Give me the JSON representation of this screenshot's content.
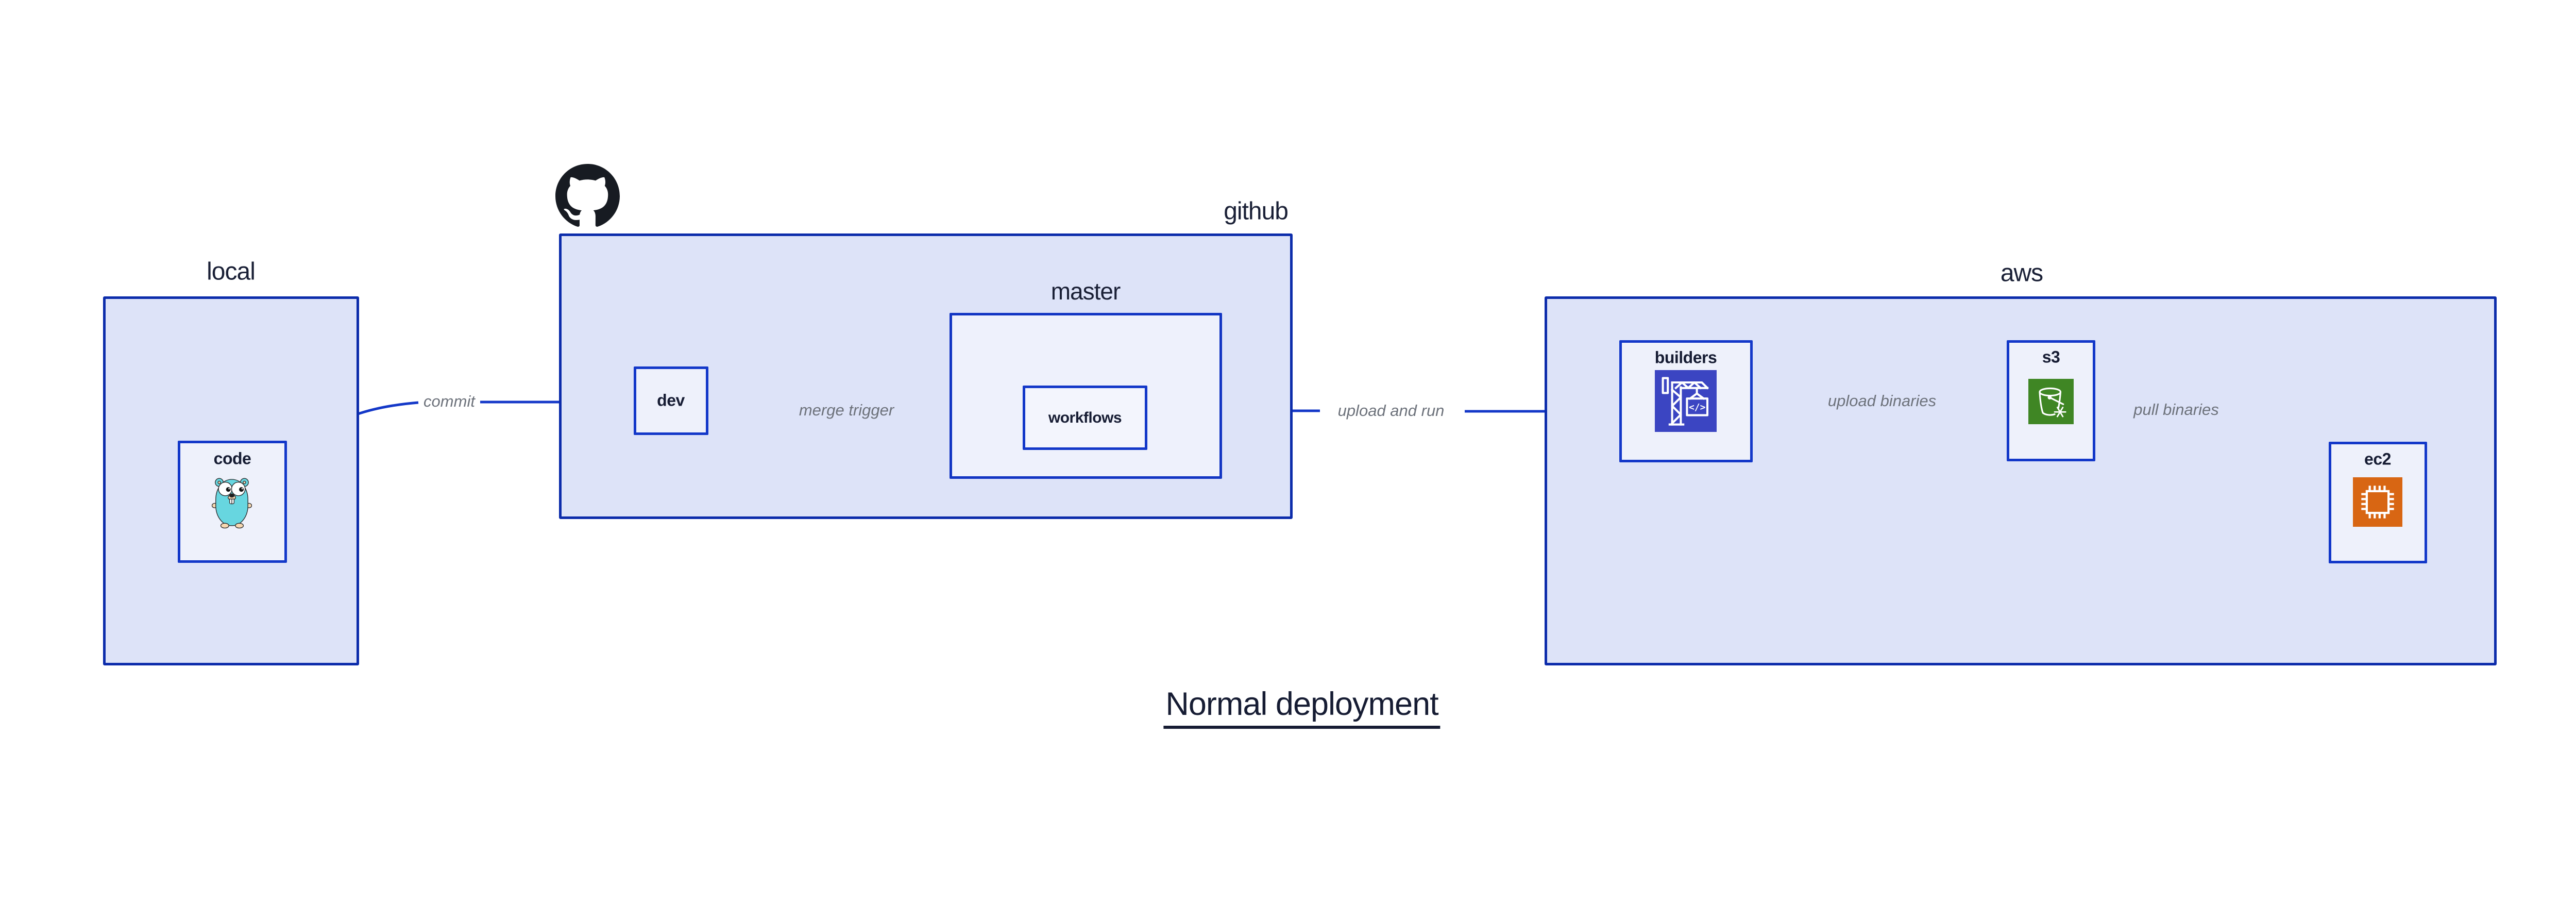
{
  "title": {
    "text": "Normal deployment"
  },
  "groups": {
    "local": {
      "label": "local"
    },
    "github": {
      "label": "github"
    },
    "aws": {
      "label": "aws"
    }
  },
  "nodes": {
    "code": {
      "label": "code",
      "icon": "go-gopher-icon"
    },
    "dev": {
      "label": "dev"
    },
    "master": {
      "label": "master"
    },
    "workflows": {
      "label": "workflows"
    },
    "builders": {
      "label": "builders",
      "icon": "aws-codebuild-crane-icon"
    },
    "s3": {
      "label": "s3",
      "icon": "aws-s3-glacier-bucket-icon"
    },
    "ec2": {
      "label": "ec2",
      "icon": "aws-ec2-chip-icon"
    }
  },
  "edges": [
    {
      "id": "commit",
      "label": "commit",
      "from": "code",
      "to": "dev"
    },
    {
      "id": "merge-trigger",
      "label": "merge trigger",
      "from": "dev",
      "to": "workflows"
    },
    {
      "id": "upload-and-run",
      "label": "upload and run",
      "from": "workflows",
      "to": "builders"
    },
    {
      "id": "upload-binaries",
      "label": "upload binaries",
      "from": "builders",
      "to": "s3"
    },
    {
      "id": "pull-binaries",
      "label": "pull binaries",
      "from": "s3",
      "to": "ec2"
    }
  ],
  "colors": {
    "container_fill": "#dde3f8",
    "container_border": "#0c2cab",
    "inner_box_fill": "#eef1fb",
    "inner_box_border": "#1338c9",
    "arrow": "#1438c8",
    "edge_label_gray": "#6d727b",
    "heading_navy": "#161c33",
    "codebuild_icon_bg": "#3b45c2",
    "s3_glacier_icon_bg": "#3f8624",
    "ec2_icon_bg": "#d86613",
    "gopher_teal": "#67d6e0",
    "octocat_black": "#171b22"
  }
}
